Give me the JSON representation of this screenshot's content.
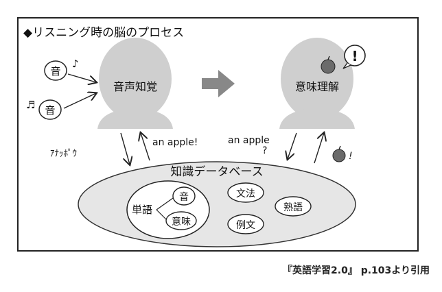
{
  "diagram": {
    "title": "◆リスニング時の脳のプロセス",
    "left_head_label": "音声知覚",
    "right_head_label": "意味理解",
    "sound_bubble_1": "音",
    "sound_bubble_2": "音",
    "note_1": "♪",
    "note_2": "♬",
    "exclaim": "!",
    "apple_exclaim": "!",
    "katakana_phrase": "ｱﾅｯﾎﾟｳ",
    "an_apple_exclaim": "an apple!",
    "an_apple_question": "an apple",
    "question_mark": "?",
    "database_title": "知識データベース",
    "word_label": "単語",
    "word_sound": "音",
    "word_meaning": "意味",
    "grammar": "文法",
    "idiom": "熟語",
    "example": "例文"
  },
  "citation": "『英語学習2.0』 p.103より引用",
  "colors": {
    "head_gray": "#cfcfcf",
    "database_fill": "#e6e6e6",
    "arrow_gray": "#888888",
    "apple_gray": "#6b6b6b",
    "frame": "#222222"
  }
}
